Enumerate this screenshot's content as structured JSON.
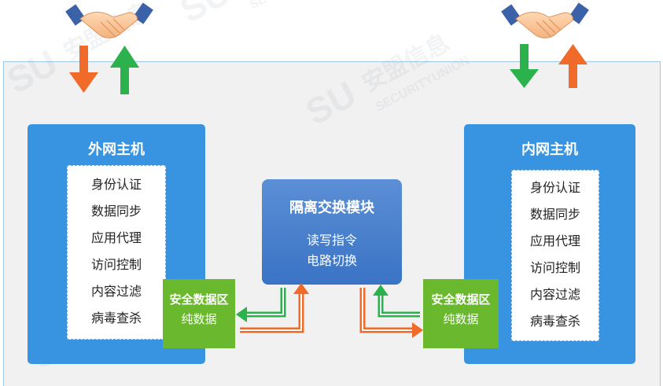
{
  "left_host": {
    "title": "外网主机",
    "functions": [
      "身份认证",
      "数据同步",
      "应用代理",
      "访问控制",
      "内容过滤",
      "病毒查杀"
    ],
    "safe_zone": {
      "title": "安全数据区",
      "subtitle": "纯数据"
    }
  },
  "right_host": {
    "title": "内网主机",
    "functions": [
      "身份认证",
      "数据同步",
      "应用代理",
      "访问控制",
      "内容过滤",
      "病毒查杀"
    ],
    "safe_zone": {
      "title": "安全数据区",
      "subtitle": "纯数据"
    }
  },
  "module": {
    "title": "隔离交换模块",
    "line1": "读写指令",
    "line2": "电路切换"
  },
  "watermark": {
    "logo": "SU",
    "name_cn": "安盟信息",
    "name_en": "SECURITYUNION"
  },
  "colors": {
    "host_blue": "#3894e0",
    "module_blue": "#4a80cd",
    "safe_green": "#6ab82e",
    "arrow_green": "#2bb24c",
    "arrow_orange": "#f06a2a",
    "frame_bg": "#f1f1f2"
  },
  "icons": [
    "handshake-icon",
    "arrow-down-icon",
    "arrow-up-icon"
  ]
}
